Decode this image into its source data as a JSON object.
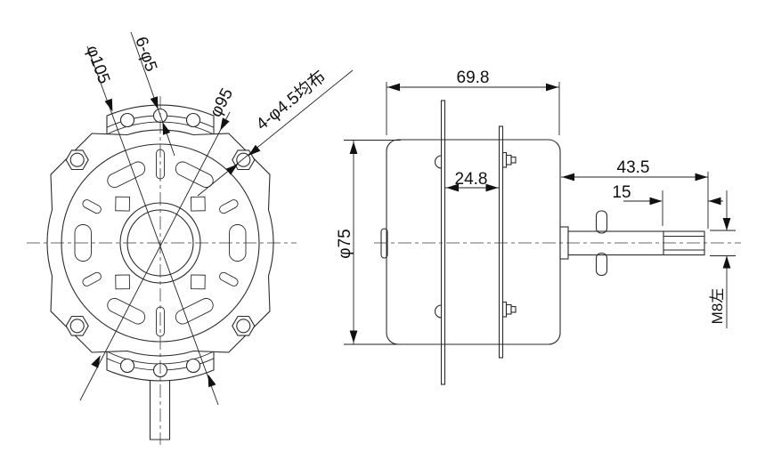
{
  "front_view": {
    "dim_mount_plate_diameter": "φ105",
    "dim_six_holes": "6-φ5",
    "dim_bolt_circle_diameter": "φ95",
    "dim_four_holes": "4-φ4.5均布"
  },
  "side_view": {
    "dim_overall_length": "69.8",
    "dim_plate_spacing": "24.8",
    "dim_body_diameter": "φ75",
    "dim_shaft_extension": "43.5",
    "dim_thread_length": "15",
    "dim_thread_spec": "M8左"
  },
  "colors": {
    "line": "#2b2b2b",
    "text": "#111111",
    "background": "#ffffff"
  }
}
